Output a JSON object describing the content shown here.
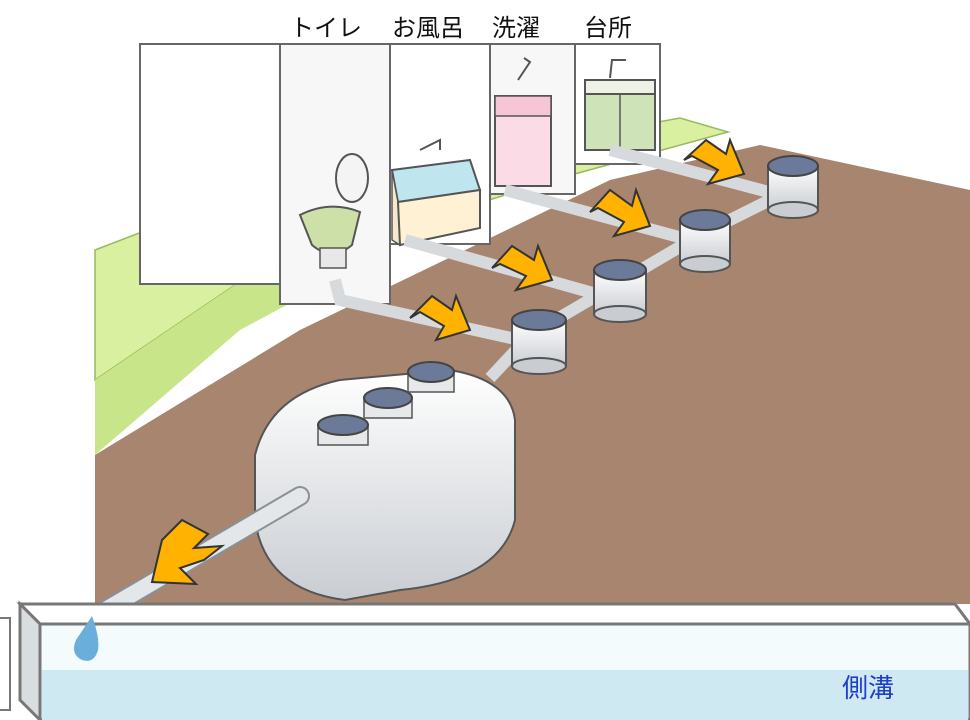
{
  "labels": {
    "toilet": "トイレ",
    "bath": "お風呂",
    "laundry": "洗濯",
    "kitchen": "台所",
    "side_ditch": "側溝"
  },
  "colors": {
    "ground": "#a8856e",
    "lawn": "#d8f0a0",
    "pipe": "#d6dadd",
    "arrow": "#ffb300",
    "water": "#cfe9f3",
    "ditch_label": "#1f3fc8"
  }
}
